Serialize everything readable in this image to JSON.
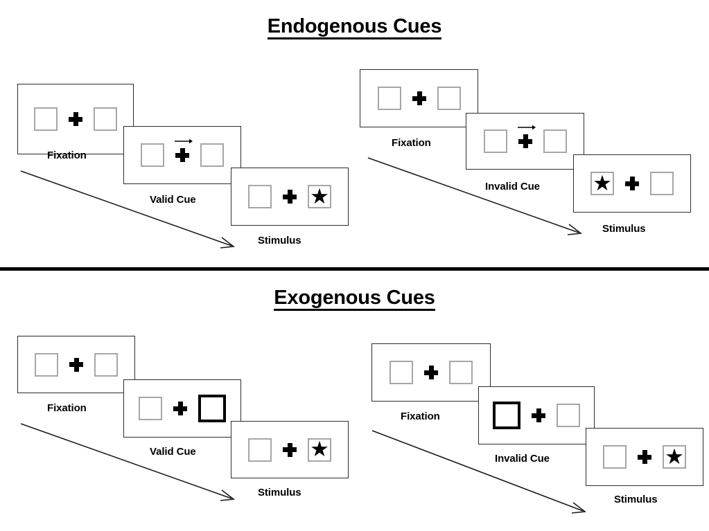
{
  "figure": {
    "title_endogenous": "Endogenous Cues",
    "title_exogenous": "Exogenous Cues",
    "divider_color": "#000000",
    "panel_border_color": "#2b2b2b",
    "square_border_color": "#a6a6a6",
    "highlight_border_color": "#000000",
    "symbol_color": "#000000"
  },
  "sections": [
    {
      "id": "endogenous",
      "title": "Endogenous Cues",
      "sequences": [
        {
          "id": "endogenous-valid",
          "panels": [
            {
              "label": "Fixation",
              "left_square": "empty",
              "right_square": "empty",
              "center": "plus",
              "arrow": "none"
            },
            {
              "label": "Valid Cue",
              "left_square": "empty",
              "right_square": "empty",
              "center": "plus-arrow",
              "arrow": "right"
            },
            {
              "label": "Stimulus",
              "left_square": "empty",
              "right_square": "star",
              "center": "plus",
              "arrow": "none"
            }
          ],
          "flow_arrow": "diagonal-down-right"
        },
        {
          "id": "endogenous-invalid",
          "panels": [
            {
              "label": "Fixation",
              "left_square": "empty",
              "right_square": "empty",
              "center": "plus",
              "arrow": "none"
            },
            {
              "label": "Invalid Cue",
              "left_square": "empty",
              "right_square": "empty",
              "center": "plus-arrow",
              "arrow": "right"
            },
            {
              "label": "Stimulus",
              "left_square": "star",
              "right_square": "empty",
              "center": "plus",
              "arrow": "none"
            }
          ],
          "flow_arrow": "diagonal-down-right"
        }
      ]
    },
    {
      "id": "exogenous",
      "title": "Exogenous Cues",
      "sequences": [
        {
          "id": "exogenous-valid",
          "panels": [
            {
              "label": "Fixation",
              "left_square": "empty",
              "right_square": "empty",
              "center": "plus",
              "arrow": "none"
            },
            {
              "label": "Valid Cue",
              "left_square": "empty",
              "right_square": "highlight",
              "center": "plus",
              "arrow": "none"
            },
            {
              "label": "Stimulus",
              "left_square": "empty",
              "right_square": "star",
              "center": "plus",
              "arrow": "none"
            }
          ],
          "flow_arrow": "diagonal-down-right"
        },
        {
          "id": "exogenous-invalid",
          "panels": [
            {
              "label": "Fixation",
              "left_square": "empty",
              "right_square": "empty",
              "center": "plus",
              "arrow": "none"
            },
            {
              "label": "Invalid Cue",
              "left_square": "highlight",
              "right_square": "empty",
              "center": "plus",
              "arrow": "none"
            },
            {
              "label": "Stimulus",
              "left_square": "empty",
              "right_square": "star",
              "center": "plus",
              "arrow": "none"
            }
          ],
          "flow_arrow": "diagonal-down-right"
        }
      ]
    }
  ],
  "glyphs": {
    "star": "★"
  }
}
